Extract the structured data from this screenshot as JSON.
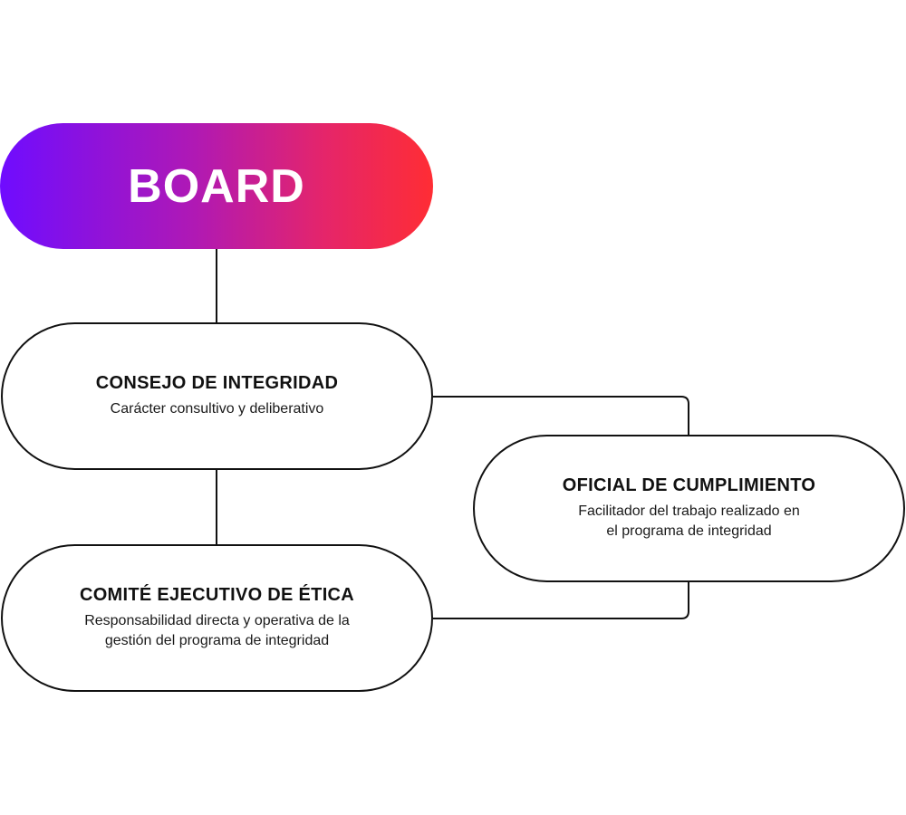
{
  "board": {
    "title": "BOARD"
  },
  "consejo": {
    "title": "CONSEJO DE INTEGRIDAD",
    "description": "Carácter consultivo y deliberativo"
  },
  "oficial": {
    "title": "OFICIAL DE CUMPLIMIENTO",
    "description": "Facilitador del trabajo realizado en\nel programa de integridad"
  },
  "comite": {
    "title": "COMITÉ EJECUTIVO DE ÉTICA",
    "description": "Responsabilidad directa y operativa de la\ngestión del programa de integridad"
  },
  "colors": {
    "board_gradient_start": "#6f0cff",
    "board_gradient_end": "#ff2d34",
    "outline": "#111111",
    "background": "#ffffff"
  }
}
